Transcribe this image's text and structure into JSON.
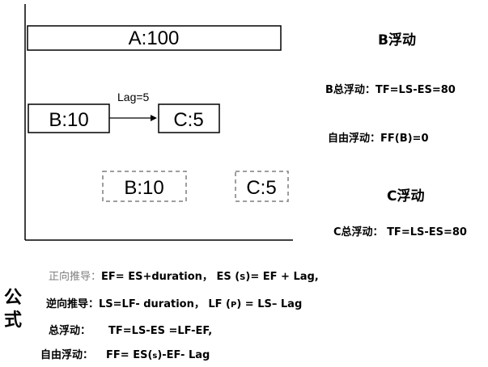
{
  "diagram": {
    "bar_a": "A:100",
    "bar_b": "B:10",
    "bar_c": "C:5",
    "lag_label": "Lag=5",
    "shifted_b": "B:10",
    "shifted_c": "C:5"
  },
  "notes": {
    "b_title": "B浮动",
    "b_total_float": "B总浮动：TF=LS-ES=80",
    "b_free_float": "自由浮动：FF(B)=0",
    "c_title": "C浮动",
    "c_total_float": "C总浮动： TF=LS-ES=80"
  },
  "formulas": {
    "side_label": "公式",
    "forward_label": "正向推导：",
    "forward_body_1": "EF= ES+duration， ES (",
    "forward_s": "S",
    "forward_body_2": ")= EF + Lag,",
    "backward_label": "逆向推导：",
    "backward_body_1": "LS=LF- duration， LF (",
    "backward_p": "P",
    "backward_body_2": ") = LS– Lag",
    "total_label": "总浮动：",
    "total_body": "TF=LS-ES =LF-EF,",
    "free_label": "自由浮动：",
    "free_body_1": "FF= ES(",
    "free_s": "s",
    "free_body_2": ")-EF- Lag"
  },
  "colors": {
    "line": "#000000",
    "dashed": "#7f7f7f",
    "muted_text": "#7f7f7f"
  }
}
